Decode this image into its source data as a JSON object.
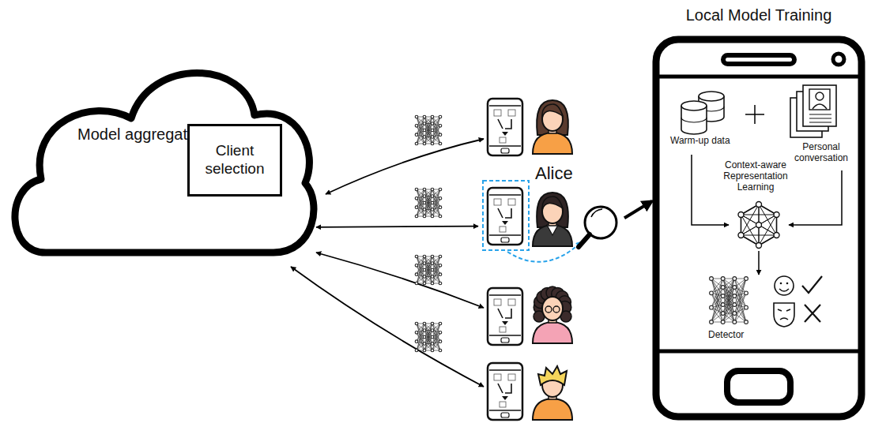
{
  "diagram": {
    "nodes": [
      {
        "text": [
          "Model aggregator"
        ]
      },
      {
        "text": [
          "Client selection"
        ],
        "in": 0
      },
      {
        "text": [
          "Alice"
        ]
      },
      {
        "text": [
          "Local Model Training"
        ]
      }
    ],
    "edges": [
      {
        "from": 0,
        "to": 2,
        "arrow": "both"
      },
      {
        "from": 2,
        "to": 3,
        "arrow": "to"
      }
    ],
    "labels": [
      "Warm-up data",
      "Personal conversation",
      "Context-aware Representation Learning",
      "Detector"
    ]
  }
}
